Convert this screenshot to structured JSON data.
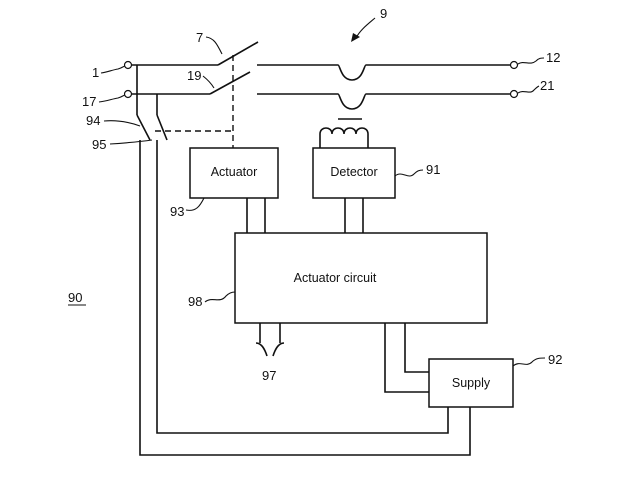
{
  "boxes": {
    "actuator": "Actuator",
    "detector": "Detector",
    "actuator_circuit": "Actuator circuit",
    "supply": "Supply"
  },
  "refs": {
    "r1": "1",
    "r7": "7",
    "r9": "9",
    "r12": "12",
    "r17": "17",
    "r19": "19",
    "r21": "21",
    "r90": "90",
    "r91": "91",
    "r92": "92",
    "r93": "93",
    "r94": "94",
    "r95": "95",
    "r97": "97",
    "r98": "98"
  }
}
